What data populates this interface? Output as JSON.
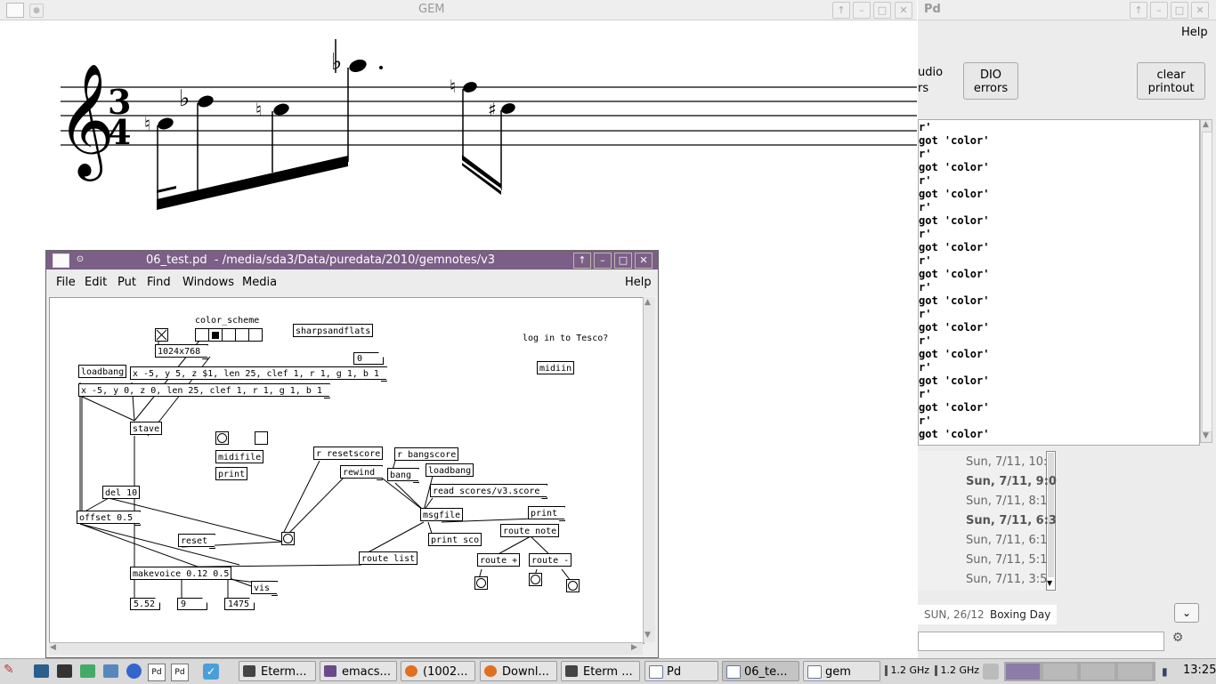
{
  "gem_window": {
    "title": "GEM"
  },
  "score": {
    "time_sig_top": "3",
    "time_sig_bottom": "4"
  },
  "pd_main": {
    "title": "Pd",
    "menu_help": "Help",
    "audio_btn": "udio\nrs",
    "dio_btn": "DIO\nerrors",
    "clear_btn": "clear\nprintout",
    "log_lines": [
      "r'",
      "got 'color'",
      "r'",
      "got 'color'",
      "r'",
      "got 'color'",
      "r'",
      "got 'color'",
      "r'",
      "got 'color'",
      "r'",
      "got 'color'",
      "r'",
      "got 'color'",
      "r'",
      "got 'color'",
      "r'",
      "got 'color'",
      "r'",
      "got 'color'",
      "r'",
      "got 'color'",
      "r'",
      "got 'color'"
    ]
  },
  "patch": {
    "title": "06_test.pd  - /media/sda3/Data/puredata/2010/gemnotes/v3",
    "menus": [
      "File",
      "Edit",
      "Put",
      "Find",
      "Windows",
      "Media"
    ],
    "help": "Help",
    "comment_color": "color_scheme",
    "comment_tesco": "log in to Tesco?",
    "obj_sharps": "sharpsandflats",
    "msg_res": "1024x768",
    "atom_zero": "0",
    "obj_loadbang1": "loadbang",
    "msg_long1": "x -5, y 5, z $1, len 25, clef 1, r 1, g 1, b 1",
    "msg_long2": "x -5, y 0, z 0, len 25, clef 1, r 1, g 1, b 1",
    "obj_midiin": "midiin",
    "obj_stave": "stave",
    "obj_midifile": "midifile",
    "obj_print1": "print",
    "obj_resetscore": "r resetscore",
    "msg_rewind": "rewind",
    "obj_bangscore": "r bangscore",
    "msg_bang": "bang",
    "obj_loadbang2": "loadbang",
    "msg_read": "read scores/v3.score",
    "obj_msgfile": "msgfile",
    "obj_print2": "print",
    "obj_del": "del 10",
    "obj_offset": "offset 0.5",
    "msg_reset": "reset",
    "obj_printsco": "print sco",
    "obj_routenote": "route note",
    "obj_routelist": "route list",
    "obj_routeplus": "route +",
    "obj_routeminus": "route -",
    "obj_makevoice": "makevoice 0.12 0.5",
    "msg_vis": "vis",
    "atom1": "5.52",
    "atom2": "9",
    "atom3": "1475"
  },
  "calendar": {
    "rows": [
      {
        "text": "Sun, 7/11, 10:",
        "bold": false
      },
      {
        "text": "Sun, 7/11, 9:0",
        "bold": true
      },
      {
        "text": "Sun, 7/11, 8:1",
        "bold": false
      },
      {
        "text": "Sun, 7/11, 6:3",
        "bold": true
      },
      {
        "text": "Sun, 7/11, 6:1",
        "bold": false
      },
      {
        "text": "Sun, 7/11, 5:1",
        "bold": false
      },
      {
        "text": "Sun, 7/11, 3:5",
        "bold": false
      }
    ],
    "holiday_date": "SUN, 26/12",
    "holiday_name": "Boxing Day"
  },
  "taskbar": {
    "tasks": [
      "Eterm...",
      "emacs...",
      "(1002...",
      "Downl...",
      "Eterm ...",
      "Pd",
      "06_te...",
      "gem"
    ],
    "cpu1": "1.2 GHz",
    "cpu2": "1.2 GHz",
    "clock": "13:25"
  },
  "colors": {
    "title_purple": "#7b5f87",
    "taskbar": "#dcdcdc"
  }
}
